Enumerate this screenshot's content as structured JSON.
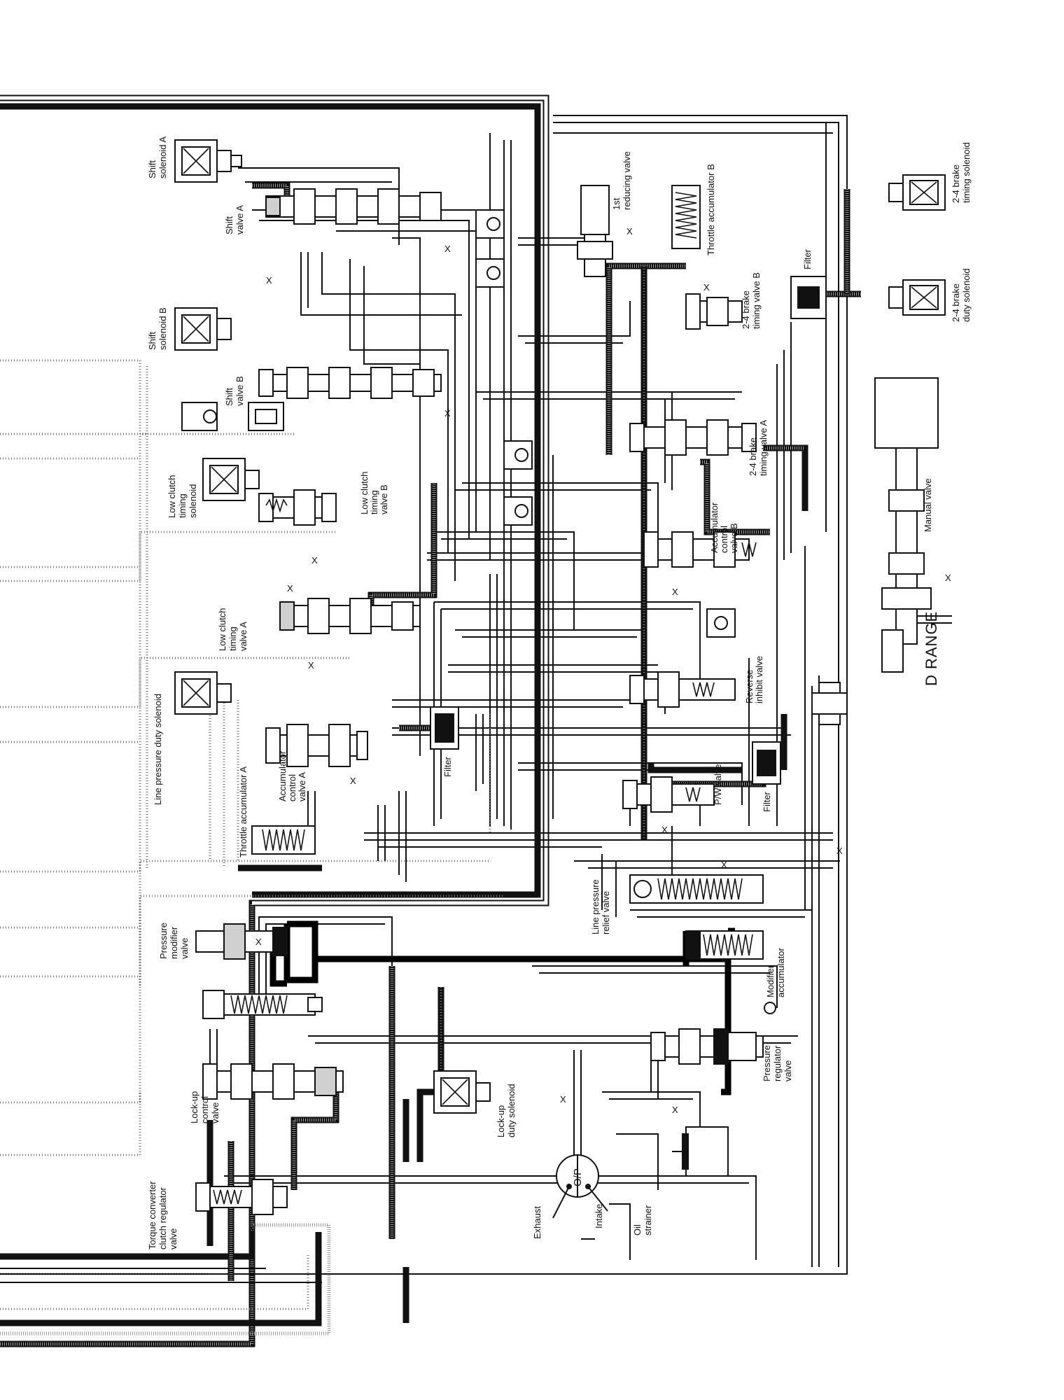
{
  "labels": {
    "shift_solenoid_a": [
      "Shift",
      "solenoid A"
    ],
    "shift_valve_a": [
      "Shift",
      "valve A"
    ],
    "shift_solenoid_b": [
      "Shift",
      "solenoid B"
    ],
    "shift_valve_b": [
      "Shift",
      "valve B"
    ],
    "low_clutch_timing_solenoid": [
      "Low clutch",
      "timing",
      "solenoid"
    ],
    "low_clutch_timing_valve_b": [
      "Low clutch",
      "timing",
      "valve B"
    ],
    "low_clutch_timing_valve_a": [
      "Low clutch",
      "timing",
      "valve A"
    ],
    "line_pressure_duty_solenoid": [
      "Line pressure duty solenoid"
    ],
    "accumulator_control_valve_a": [
      "Accumulator",
      "control",
      "valve A"
    ],
    "throttle_accumulator_a": [
      "Throttle accumulator A"
    ],
    "filter_center": [
      "Filter"
    ],
    "first_reducing_valve": [
      "1st",
      "reducing valve"
    ],
    "throttle_accumulator_b": [
      "Throttle accumulator B"
    ],
    "brake_24_timing_solenoid": [
      "2-4 brake",
      "timing solenoid"
    ],
    "brake_24_timing_valve_b": [
      "2-4 brake",
      "timing valve B"
    ],
    "filter_upper_right": [
      "Filter"
    ],
    "brake_24_duty_solenoid": [
      "2-4 brake",
      "duty solenoid"
    ],
    "brake_24_timing_valve_a": [
      "2-4 brake",
      "timing valve A"
    ],
    "manual_valve": [
      "Manual valve"
    ],
    "accumulator_control_valve_b": [
      "Accumulator",
      "control",
      "valve B"
    ],
    "d_range": [
      "D RANGE"
    ],
    "reverse_inhibit_valve": [
      "Reverse",
      "inhibit valve"
    ],
    "pl_valve": [
      "P/W valve"
    ],
    "filter_lower_right": [
      "Filter"
    ],
    "pressure_modifier_valve": [
      "Pressure",
      "modifier",
      "valve"
    ],
    "line_pressure_relief_valve": [
      "Line pressure",
      "relief valve"
    ],
    "modifier_accumulator": [
      "Modifier",
      "accumulator"
    ],
    "pressure_regulator_valve": [
      "Pressure",
      "regulator",
      "valve"
    ],
    "lockup_control_valve": [
      "Lock-up",
      "control",
      "valve"
    ],
    "lockup_duty_solenoid": [
      "Lock-up",
      "duty solenoid"
    ],
    "torque_converter_clutch_regulator_valve": [
      "Torque converter",
      "clutch regulator",
      "valve"
    ],
    "exhaust": [
      "Exhaust"
    ],
    "intake": [
      "Intake"
    ],
    "oil_pump": [
      "O/P"
    ],
    "oil_strainer": [
      "Oil",
      "strainer"
    ]
  },
  "exhaust_mark": "X"
}
